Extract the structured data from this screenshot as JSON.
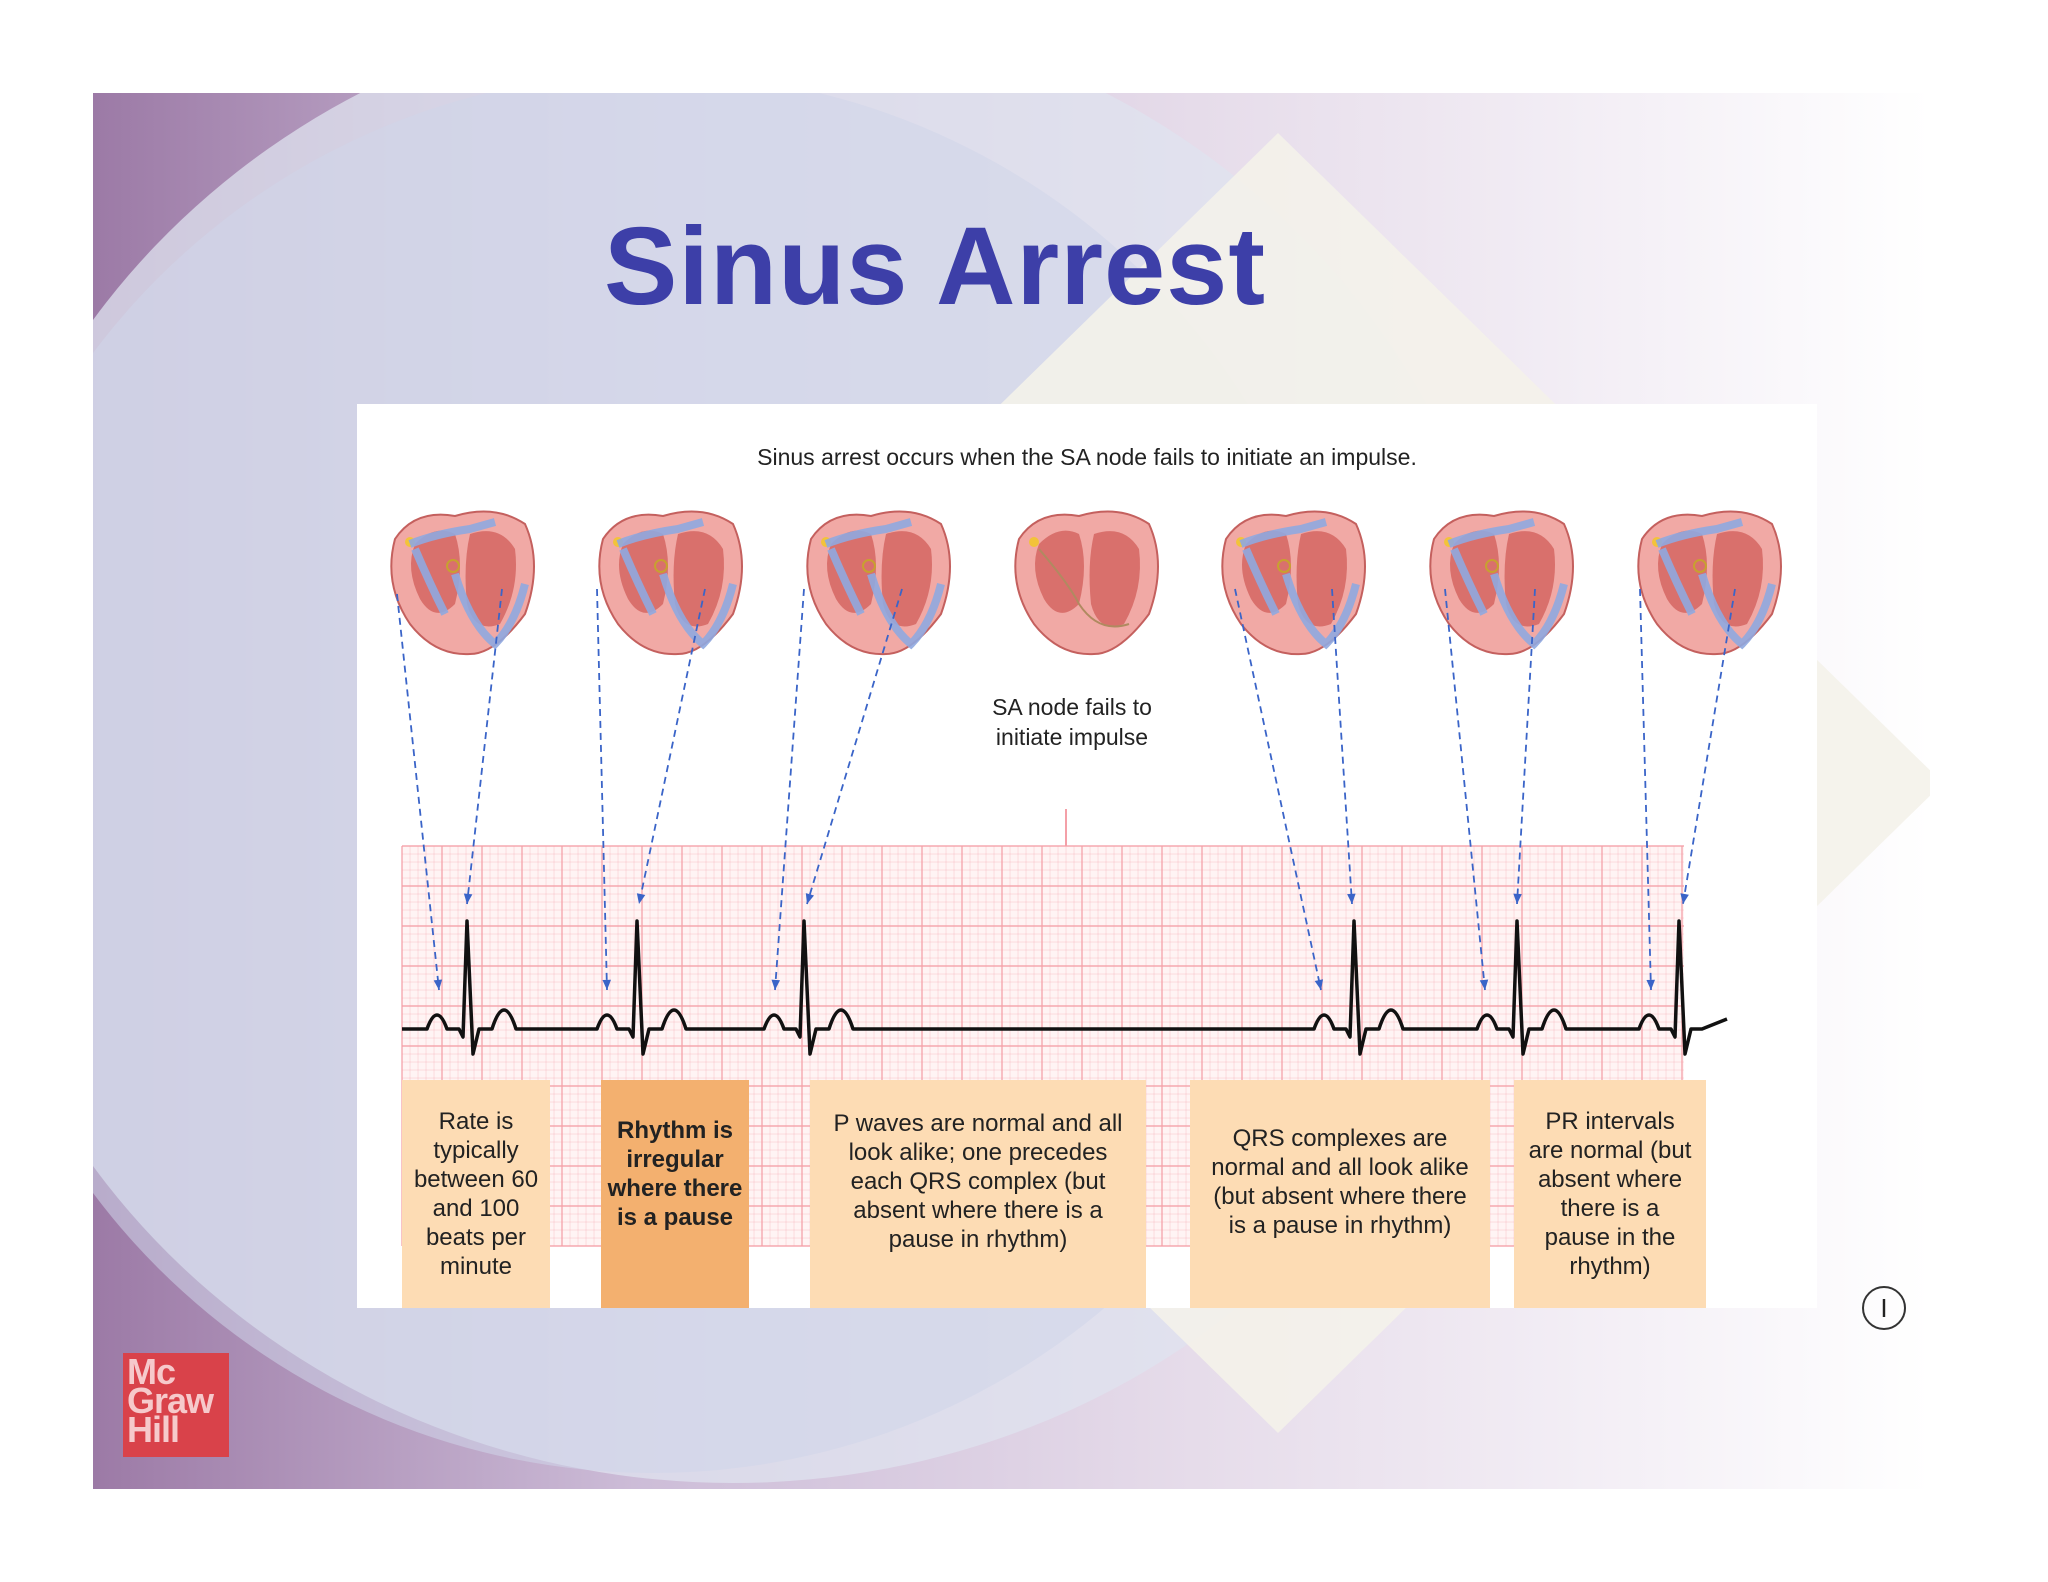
{
  "slide": {
    "title": "Sinus Arrest"
  },
  "figure": {
    "caption": "Sinus arrest occurs when the SA node fails to initiate an impulse.",
    "sa_node_label_line1": "SA node fails to",
    "sa_node_label_line2": "initiate impulse",
    "boxes": [
      {
        "text": "Rate is typically between 60 and 100 beats per minute",
        "highlighted": false
      },
      {
        "text": "Rhythm is irregular where there is a pause",
        "highlighted": true
      },
      {
        "text": "P waves are normal and all look alike; one precedes each QRS complex (but absent where there is a pause in rhythm)",
        "highlighted": false
      },
      {
        "text": "QRS complexes are normal and all look alike (but absent where there is a pause in rhythm)",
        "highlighted": false
      },
      {
        "text": "PR intervals are normal (but absent where there is a pause in the rhythm)",
        "highlighted": false
      }
    ],
    "hearts": [
      {
        "conducting": true
      },
      {
        "conducting": true
      },
      {
        "conducting": true
      },
      {
        "conducting": false
      },
      {
        "conducting": true
      },
      {
        "conducting": true
      },
      {
        "conducting": true
      }
    ],
    "colors": {
      "ecg_grid": "#f4a0a8",
      "ecg_trace": "#111111",
      "arrow": "#3a64c8",
      "box_fill": "#fddcb4",
      "box_highlight": "#f3b06f"
    }
  },
  "logo": {
    "line1": "Mc",
    "line2": "Graw",
    "line3": "Hill"
  },
  "info_icon": {
    "label": "I"
  }
}
